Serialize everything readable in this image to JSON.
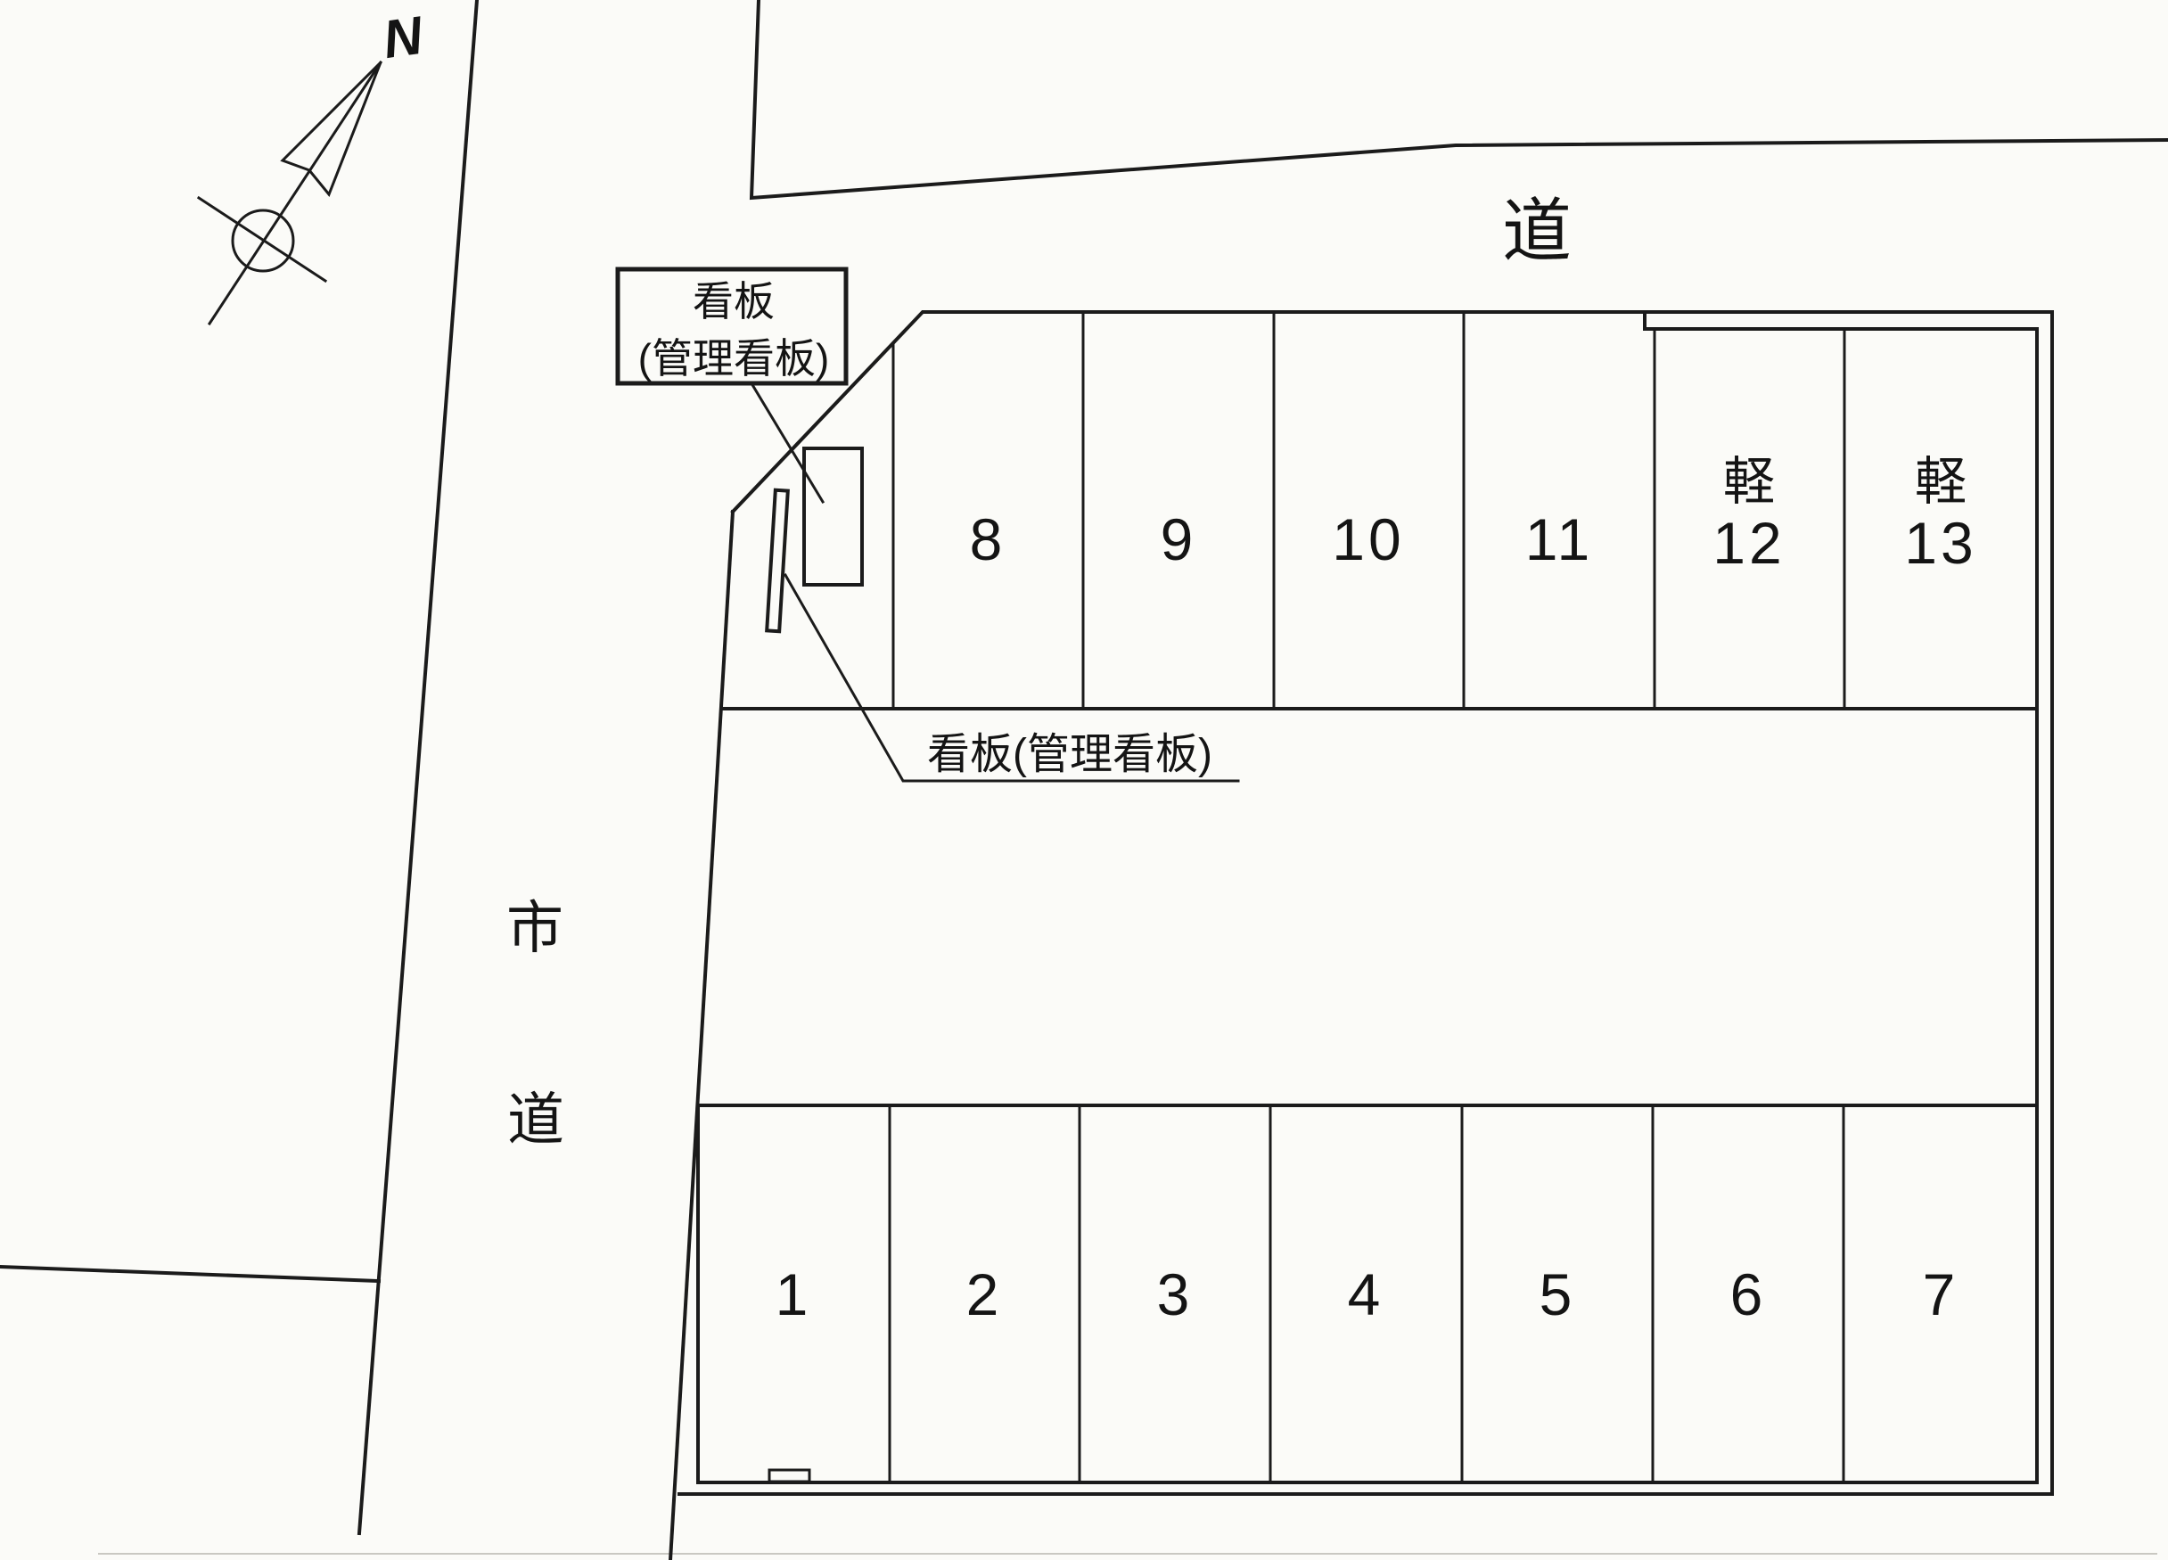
{
  "title": "parking-lot-site-plan",
  "compass": {
    "north_label": "N"
  },
  "roads": {
    "top_road_label": "道",
    "left_road_label_char1": "市",
    "left_road_label_char2": "道"
  },
  "signboard_callout_top": {
    "line1": "看板",
    "line2": "(管理看板)"
  },
  "signboard_callout_middle": {
    "text": "看板(管理看板)"
  },
  "parking": {
    "top_row": [
      {
        "label": "8"
      },
      {
        "label": "9"
      },
      {
        "label": "10"
      },
      {
        "label": "11"
      },
      {
        "prefix": "軽",
        "label": "12"
      },
      {
        "prefix": "軽",
        "label": "13"
      }
    ],
    "bottom_row": [
      {
        "label": "1"
      },
      {
        "label": "2"
      },
      {
        "label": "3"
      },
      {
        "label": "4"
      },
      {
        "label": "5"
      },
      {
        "label": "6"
      },
      {
        "label": "7"
      }
    ]
  },
  "colors": {
    "line": "#1b1b1b",
    "ink": "#141414",
    "paper": "#fbfbf8",
    "faint": "#c9c8c2"
  }
}
